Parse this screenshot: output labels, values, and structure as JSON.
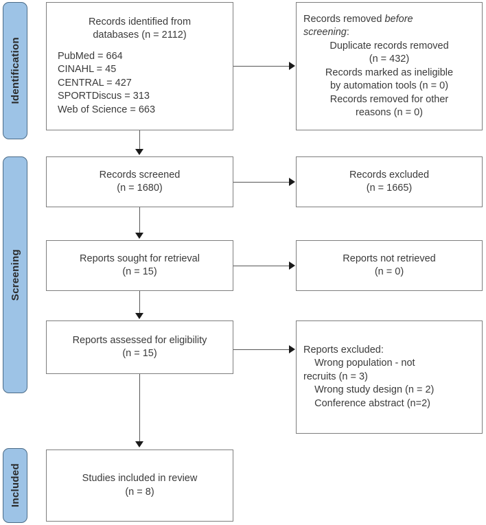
{
  "diagram": {
    "type": "prisma-flow-diagram",
    "stages": [
      {
        "id": "identification",
        "label": "Identification"
      },
      {
        "id": "screening",
        "label": "Screening"
      },
      {
        "id": "included",
        "label": "Included"
      }
    ],
    "boxes": {
      "records_identified": {
        "title": "Records identified from\ndatabases (n = 2112)",
        "sources": "PubMed = 664\nCINAHL = 45\nCENTRAL = 427\nSPORTDiscus = 313\nWeb of Science = 663"
      },
      "records_removed": {
        "heading_plain": "Records removed ",
        "heading_italic_1": "before",
        "heading_italic_2": "screening",
        "heading_colon": ":",
        "details": "Duplicate records removed\n(n = 432)\nRecords marked as ineligible\nby automation tools (n = 0)\nRecords removed for other\nreasons (n = 0)"
      },
      "records_screened": {
        "text": "Records screened\n(n = 1680)"
      },
      "records_excluded": {
        "text": "Records excluded\n(n = 1665)"
      },
      "reports_sought": {
        "text": "Reports sought for retrieval\n(n = 15)"
      },
      "reports_not_retrieved": {
        "text": "Reports not retrieved\n(n = 0)"
      },
      "reports_assessed": {
        "text": "Reports assessed for eligibility\n(n = 15)"
      },
      "reports_excluded": {
        "heading": "Reports excluded:",
        "reasons": "    Wrong population - not\nrecruits (n = 3)\n    Wrong study design (n = 2)\n    Conference abstract (n=2)"
      },
      "studies_included": {
        "text": "Studies included in review\n(n = 8)"
      }
    },
    "colors": {
      "stage_fill": "#9DC3E6",
      "stage_border": "#4a6a86",
      "box_border": "#7d7d7d",
      "connector": "#555555",
      "text": "#3a3a3a",
      "background": "#ffffff"
    }
  }
}
